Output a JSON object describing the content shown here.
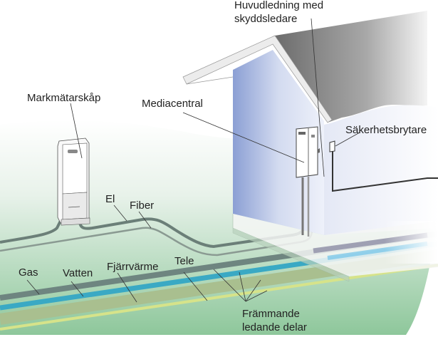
{
  "labels": {
    "markmatarskap": "Markmätarskåp",
    "mediacentral": "Mediacentral",
    "huvudledning_line1": "Huvudledning med",
    "huvudledning_line2": "skyddsledare",
    "sakerhetsbrytare": "Säkerhetsbrytare",
    "el": "El",
    "fiber": "Fiber",
    "gas": "Gas",
    "vatten": "Vatten",
    "fjarrvarme": "Fjärrvärme",
    "tele": "Tele",
    "frammande_line1": "Främmande",
    "frammande_line2": "ledande delar"
  },
  "colors": {
    "ground_light": "#eef5ee",
    "ground_dark": "#7fbf8f",
    "wall": "#c9d3ee",
    "wall_dark": "#8a9fd4",
    "roof": "#777777",
    "gas_pipe": "#6e8580",
    "water_pipe": "#3aa9c4",
    "district_heating": "#a9bf8f",
    "tele_cable": "#d6e38a",
    "cable": "#6b7f78"
  }
}
